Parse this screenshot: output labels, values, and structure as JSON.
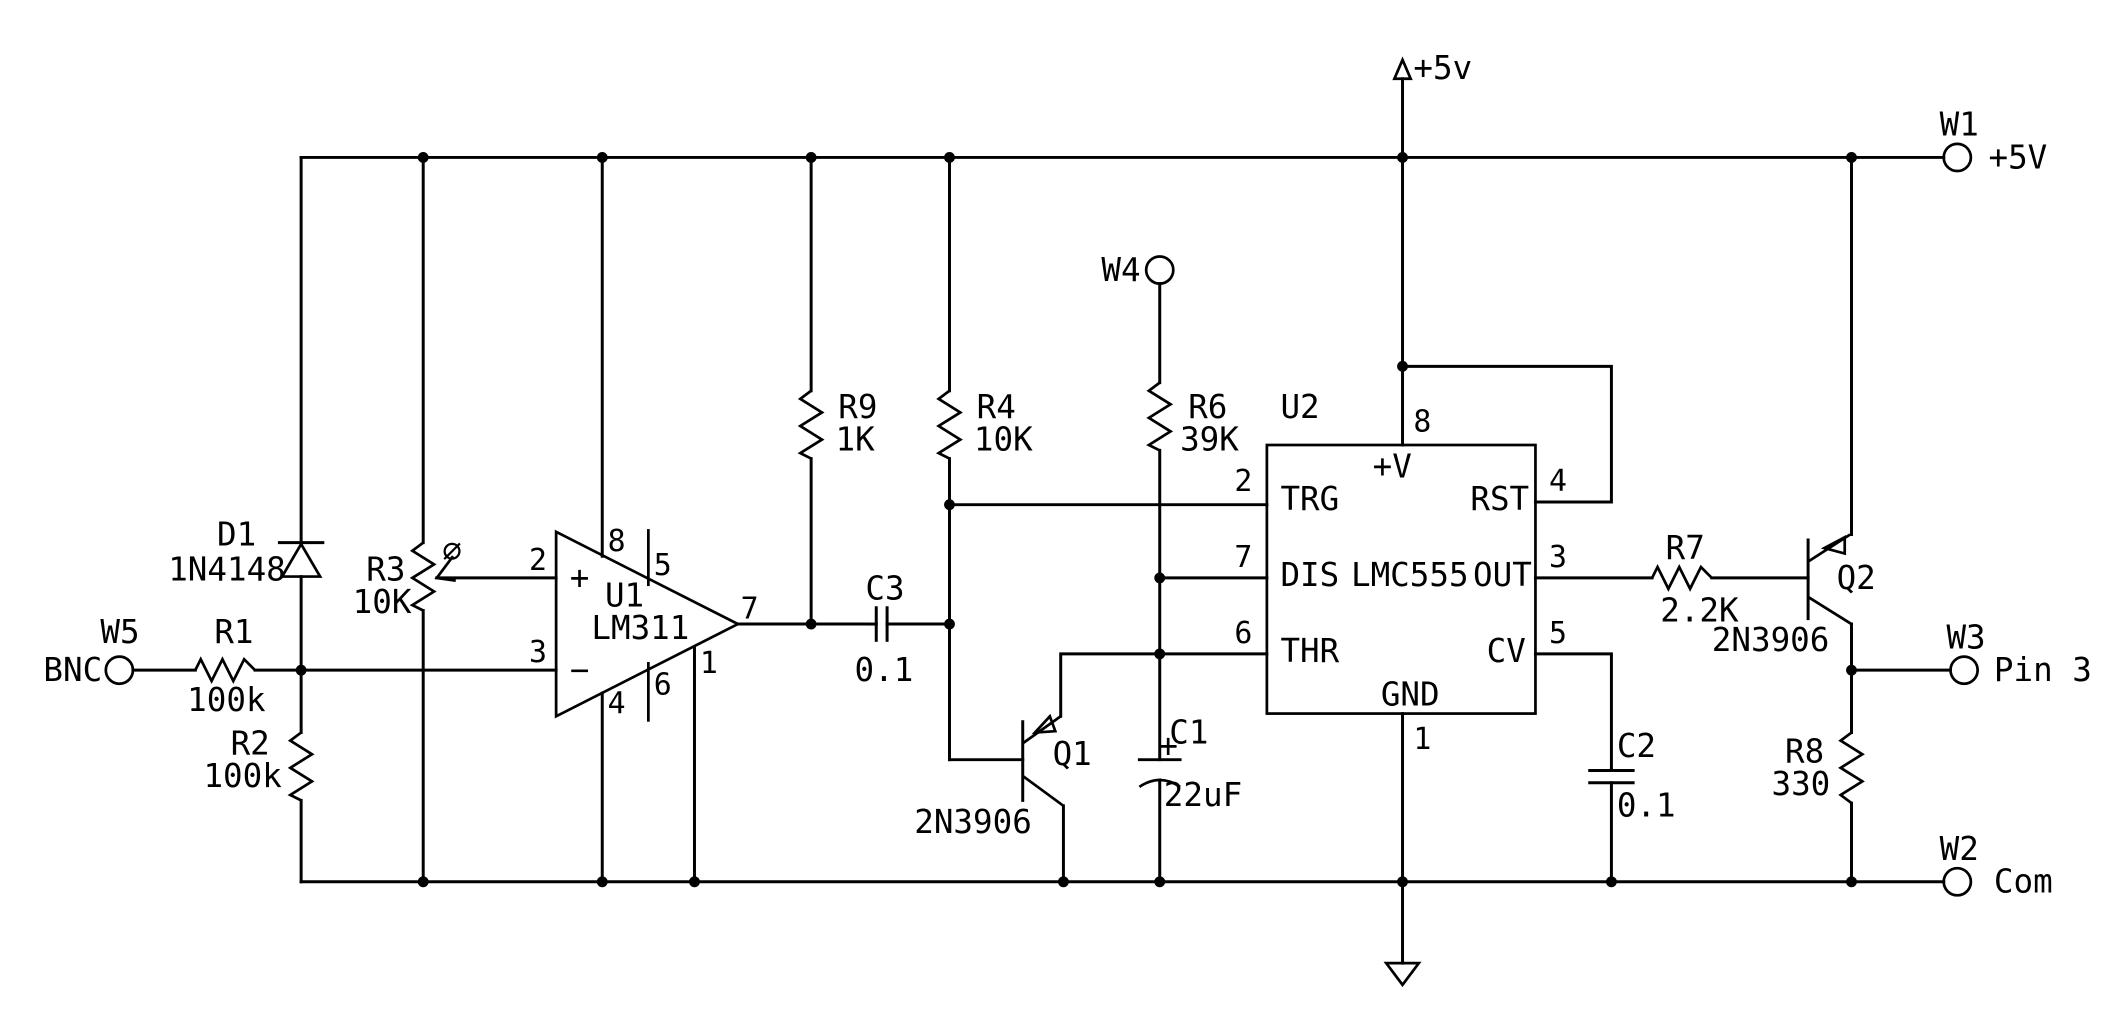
{
  "components": {
    "d1": {
      "ref": "D1",
      "value": "1N4148"
    },
    "r1": {
      "ref": "R1",
      "value": "100k"
    },
    "r2": {
      "ref": "R2",
      "value": "100k"
    },
    "r3": {
      "ref": "R3",
      "value": "10K"
    },
    "r4": {
      "ref": "R4",
      "value": "10K"
    },
    "r6": {
      "ref": "R6",
      "value": "39K"
    },
    "r7": {
      "ref": "R7",
      "value": "2.2K"
    },
    "r8": {
      "ref": "R8",
      "value": "330"
    },
    "r9": {
      "ref": "R9",
      "value": "1K"
    },
    "c1": {
      "ref": "C1",
      "value": "22uF"
    },
    "c2": {
      "ref": "C2",
      "value": "0.1"
    },
    "c3": {
      "ref": "C3",
      "value": "0.1"
    },
    "q1": {
      "ref": "Q1",
      "value": "2N3906"
    },
    "q2": {
      "ref": "Q2",
      "value": "2N3906"
    },
    "u1": {
      "ref": "U1",
      "value": "LM311",
      "pins": {
        "plus_in": "2",
        "minus_in": "3",
        "vplus": "8",
        "vminus": "4",
        "balance": "5",
        "strobe": "6",
        "out": "7",
        "gnd": "1"
      }
    },
    "u2": {
      "ref": "U2",
      "value": "LMC555",
      "labels": {
        "trg": "TRG",
        "dis": "DIS",
        "thr": "THR",
        "vcc": "+V",
        "rst": "RST",
        "out": "OUT",
        "cv": "CV",
        "gnd": "GND"
      },
      "pins": {
        "trg": "2",
        "dis": "7",
        "thr": "6",
        "vcc": "8",
        "rst": "4",
        "out": "3",
        "cv": "5",
        "gnd": "1"
      }
    }
  },
  "connectors": {
    "w1": {
      "ref": "W1",
      "label": "+5V"
    },
    "w2": {
      "ref": "W2",
      "label": "Com"
    },
    "w3": {
      "ref": "W3",
      "label": "Pin 3"
    },
    "w4": {
      "ref": "W4"
    },
    "w5": {
      "ref": "W5",
      "label": "BNC"
    }
  },
  "power": {
    "vcc_label": "+5v",
    "ground_symbol": "ground-icon"
  },
  "symbols": {
    "pot_wiper": "∅",
    "op_plus": "+",
    "op_minus": "−",
    "cap_plus": "+"
  }
}
